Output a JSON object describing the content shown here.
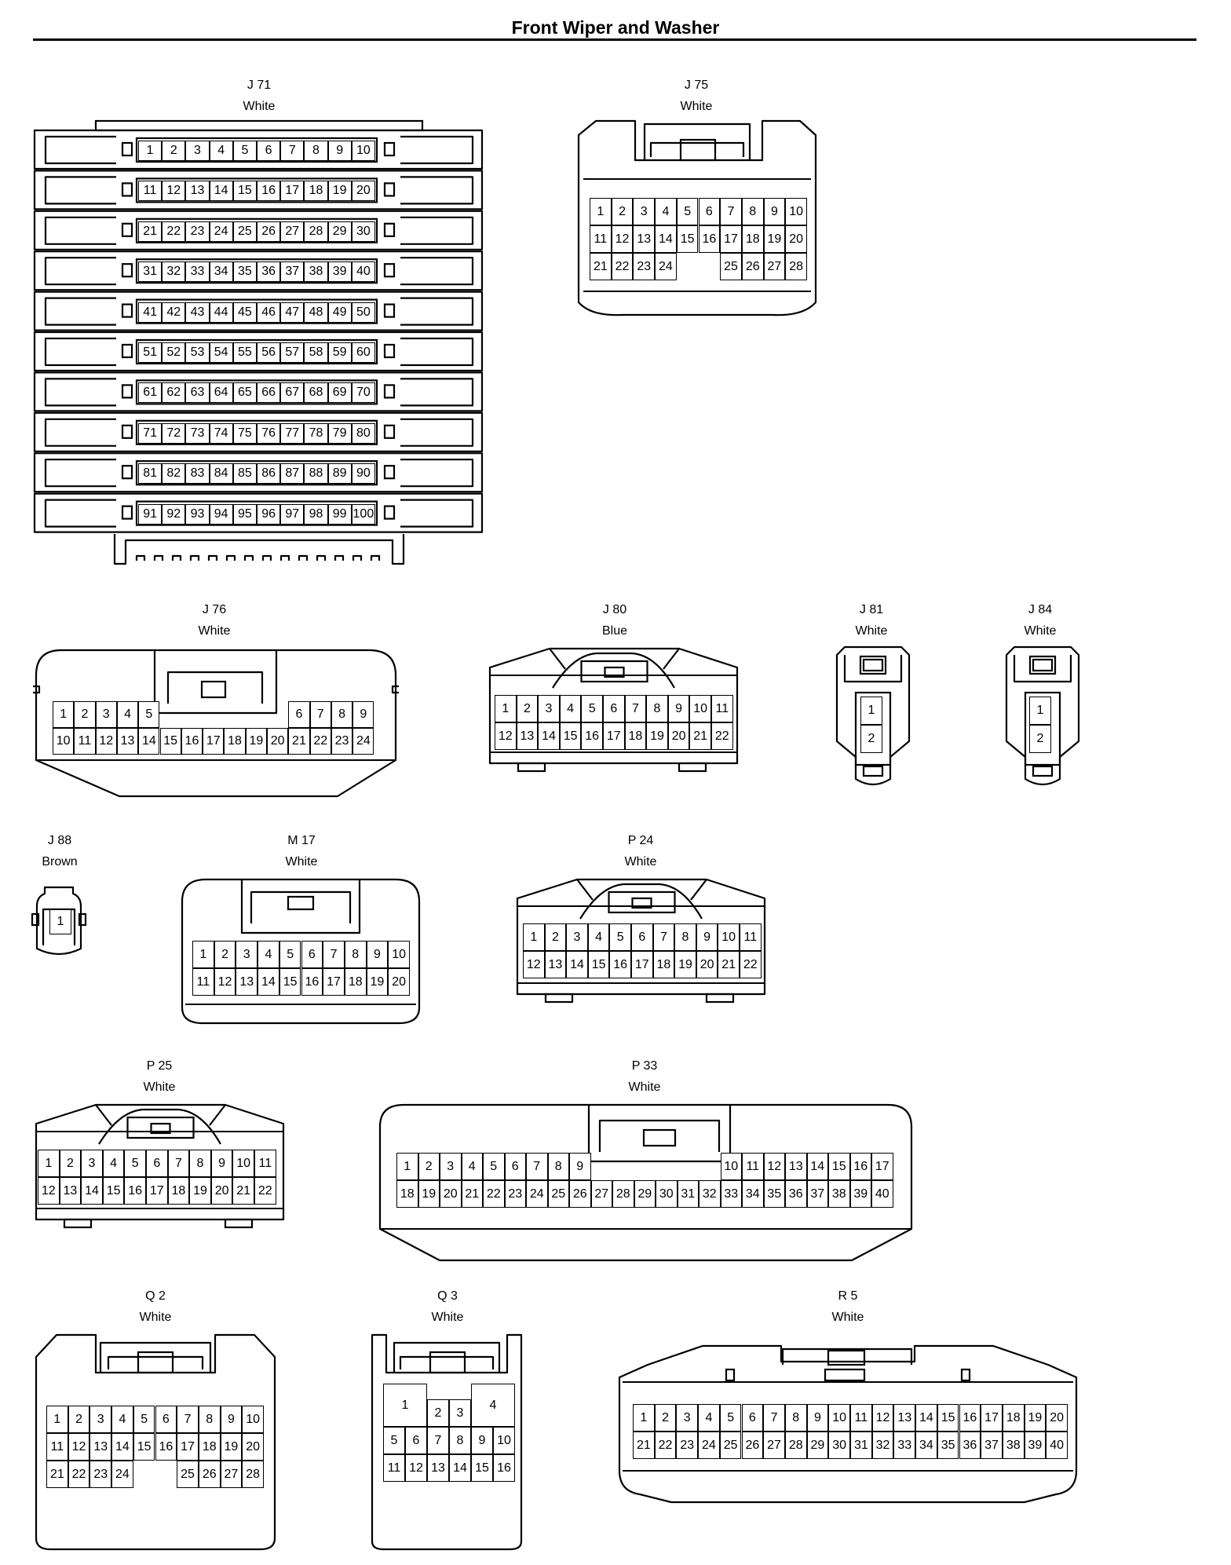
{
  "page": {
    "title": "Front Wiper and Washer"
  },
  "connectors": [
    {
      "id": "J71",
      "name": "J 71",
      "color": "White"
    },
    {
      "id": "J75",
      "name": "J 75",
      "color": "White"
    },
    {
      "id": "J76",
      "name": "J 76",
      "color": "White"
    },
    {
      "id": "J80",
      "name": "J 80",
      "color": "Blue"
    },
    {
      "id": "J81",
      "name": "J 81",
      "color": "White"
    },
    {
      "id": "J84",
      "name": "J 84",
      "color": "White"
    },
    {
      "id": "J88",
      "name": "J 88",
      "color": "Brown"
    },
    {
      "id": "M17",
      "name": "M 17",
      "color": "White"
    },
    {
      "id": "P24",
      "name": "P 24",
      "color": "White"
    },
    {
      "id": "P25",
      "name": "P 25",
      "color": "White"
    },
    {
      "id": "P33",
      "name": "P 33",
      "color": "White"
    },
    {
      "id": "Q2",
      "name": "Q 2",
      "color": "White"
    },
    {
      "id": "Q3",
      "name": "Q 3",
      "color": "White"
    },
    {
      "id": "R5",
      "name": "R 5",
      "color": "White"
    }
  ],
  "pins": {
    "J71": [
      [
        "1",
        "2",
        "3",
        "4",
        "5",
        "6",
        "7",
        "8",
        "9",
        "10"
      ],
      [
        "11",
        "12",
        "13",
        "14",
        "15",
        "16",
        "17",
        "18",
        "19",
        "20"
      ],
      [
        "21",
        "22",
        "23",
        "24",
        "25",
        "26",
        "27",
        "28",
        "29",
        "30"
      ],
      [
        "31",
        "32",
        "33",
        "34",
        "35",
        "36",
        "37",
        "38",
        "39",
        "40"
      ],
      [
        "41",
        "42",
        "43",
        "44",
        "45",
        "46",
        "47",
        "48",
        "49",
        "50"
      ],
      [
        "51",
        "52",
        "53",
        "54",
        "55",
        "56",
        "57",
        "58",
        "59",
        "60"
      ],
      [
        "61",
        "62",
        "63",
        "64",
        "65",
        "66",
        "67",
        "68",
        "69",
        "70"
      ],
      [
        "71",
        "72",
        "73",
        "74",
        "75",
        "76",
        "77",
        "78",
        "79",
        "80"
      ],
      [
        "81",
        "82",
        "83",
        "84",
        "85",
        "86",
        "87",
        "88",
        "89",
        "90"
      ],
      [
        "91",
        "92",
        "93",
        "94",
        "95",
        "96",
        "97",
        "98",
        "99",
        "100"
      ]
    ],
    "J75": [
      [
        "1",
        "2",
        "3",
        "4",
        "5",
        "6",
        "7",
        "8",
        "9",
        "10"
      ],
      [
        "11",
        "12",
        "13",
        "14",
        "15",
        "16",
        "17",
        "18",
        "19",
        "20"
      ],
      [
        "21",
        "22",
        "23",
        "24",
        "",
        "",
        "25",
        "26",
        "27",
        "28"
      ]
    ],
    "J76": [
      [
        "1",
        "2",
        "3",
        "4",
        "5",
        "",
        "",
        "",
        "",
        "",
        "",
        "6",
        "7",
        "8",
        "9"
      ],
      [
        "10",
        "11",
        "12",
        "13",
        "14",
        "15",
        "16",
        "17",
        "18",
        "19",
        "20",
        "21",
        "22",
        "23",
        "24"
      ]
    ],
    "J80": [
      [
        "1",
        "2",
        "3",
        "4",
        "5",
        "6",
        "7",
        "8",
        "9",
        "10",
        "11"
      ],
      [
        "12",
        "13",
        "14",
        "15",
        "16",
        "17",
        "18",
        "19",
        "20",
        "21",
        "22"
      ]
    ],
    "J81": [
      [
        "1"
      ],
      [
        "2"
      ]
    ],
    "J84": [
      [
        "1"
      ],
      [
        "2"
      ]
    ],
    "J88": [
      [
        "1"
      ]
    ],
    "M17": [
      [
        "1",
        "2",
        "3",
        "4",
        "5",
        "6",
        "7",
        "8",
        "9",
        "10"
      ],
      [
        "11",
        "12",
        "13",
        "14",
        "15",
        "16",
        "17",
        "18",
        "19",
        "20"
      ]
    ],
    "P24": [
      [
        "1",
        "2",
        "3",
        "4",
        "5",
        "6",
        "7",
        "8",
        "9",
        "10",
        "11"
      ],
      [
        "12",
        "13",
        "14",
        "15",
        "16",
        "17",
        "18",
        "19",
        "20",
        "21",
        "22"
      ]
    ],
    "P25": [
      [
        "1",
        "2",
        "3",
        "4",
        "5",
        "6",
        "7",
        "8",
        "9",
        "10",
        "11"
      ],
      [
        "12",
        "13",
        "14",
        "15",
        "16",
        "17",
        "18",
        "19",
        "20",
        "21",
        "22"
      ]
    ],
    "P33": [
      [
        "1",
        "2",
        "3",
        "4",
        "5",
        "6",
        "7",
        "8",
        "9",
        "",
        "",
        "",
        "",
        "",
        "",
        "10",
        "11",
        "12",
        "13",
        "14",
        "15",
        "16",
        "17"
      ],
      [
        "18",
        "19",
        "20",
        "21",
        "22",
        "23",
        "24",
        "25",
        "26",
        "27",
        "28",
        "29",
        "30",
        "31",
        "32",
        "33",
        "34",
        "35",
        "36",
        "37",
        "38",
        "39",
        "40"
      ]
    ],
    "Q2": [
      [
        "1",
        "2",
        "3",
        "4",
        "5",
        "6",
        "7",
        "8",
        "9",
        "10"
      ],
      [
        "11",
        "12",
        "13",
        "14",
        "15",
        "16",
        "17",
        "18",
        "19",
        "20"
      ],
      [
        "21",
        "22",
        "23",
        "24",
        "",
        "",
        "25",
        "26",
        "27",
        "28"
      ]
    ],
    "Q3": {
      "top": [
        "1",
        "2",
        "3",
        "4"
      ],
      "rows": [
        [
          "5",
          "6",
          "7",
          "8",
          "9",
          "10"
        ],
        [
          "11",
          "12",
          "13",
          "14",
          "15",
          "16"
        ]
      ]
    },
    "R5": [
      [
        "1",
        "2",
        "3",
        "4",
        "5",
        "6",
        "7",
        "8",
        "9",
        "10",
        "11",
        "12",
        "13",
        "14",
        "15",
        "16",
        "17",
        "18",
        "19",
        "20"
      ],
      [
        "21",
        "22",
        "23",
        "24",
        "25",
        "26",
        "27",
        "28",
        "29",
        "30",
        "31",
        "32",
        "33",
        "34",
        "35",
        "36",
        "37",
        "38",
        "39",
        "40"
      ]
    ]
  }
}
